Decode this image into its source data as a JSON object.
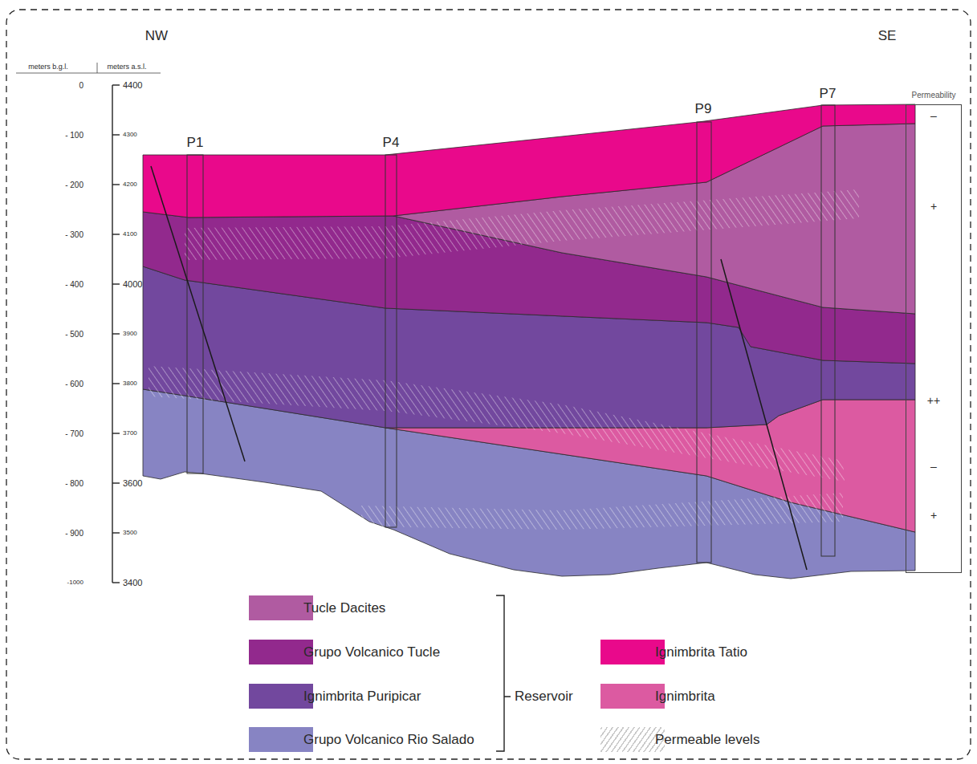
{
  "diagram": {
    "nodes": [
      {
        "text": [
          "Permeability",
          "–",
          "+",
          "++",
          "–",
          "+"
        ]
      }
    ],
    "labels": [
      "NW",
      "SE",
      "meters b.g.l.",
      "meters a.s.l.",
      "0",
      "- 100",
      "- 200",
      "- 300",
      "- 400",
      "- 500",
      "- 600",
      "- 700",
      "- 800",
      "- 900",
      "-1000",
      "4400",
      "4300",
      "4200",
      "4100",
      "4000",
      "3900",
      "3800",
      "3700",
      "3600",
      "3500",
      "3400",
      "P1",
      "P4",
      "P9",
      "P7",
      "Reservoir"
    ],
    "legend": [
      {
        "text": "Tucle Dacites",
        "color": "#b05ba1"
      },
      {
        "text": "Grupo Volcanico Tucle",
        "color": "#92298d"
      },
      {
        "text": "Ignimbrita Puripicar",
        "color": "#72489e"
      },
      {
        "text": "Grupo Volcanico Rio Salado",
        "color": "#8784c3"
      },
      {
        "text": "Ignimbrita Tatio",
        "color": "#e9098b"
      },
      {
        "text": "Ignimbrita",
        "color": "#dc5aa1"
      },
      {
        "text": "Permeable levels"
      }
    ]
  }
}
